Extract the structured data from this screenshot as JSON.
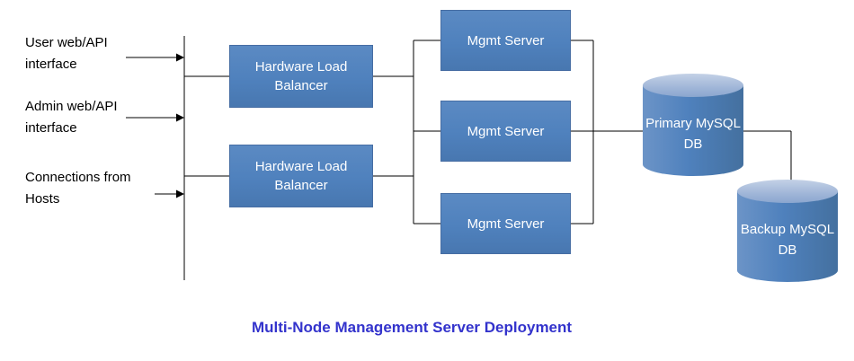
{
  "title": "Multi-Node Management Server Deployment",
  "inputs": [
    {
      "label": "User web/API interface"
    },
    {
      "label": "Admin web/API interface"
    },
    {
      "label": "Connections from Hosts"
    }
  ],
  "load_balancers": [
    {
      "label": "Hardware Load Balancer"
    },
    {
      "label": "Hardware Load Balancer"
    }
  ],
  "mgmt_servers": [
    {
      "label": "Mgmt Server"
    },
    {
      "label": "Mgmt Server"
    },
    {
      "label": "Mgmt Server"
    }
  ],
  "databases": [
    {
      "label": "Primary MySQL DB"
    },
    {
      "label": "Backup MySQL DB"
    }
  ],
  "colors": {
    "node_fill": "#4f81bd",
    "node_text": "#ffffff",
    "cylinder_top": "#a3b8d9",
    "connector": "#000000",
    "title_text": "#3333cc",
    "label_text": "#000000",
    "background": "#ffffff"
  }
}
